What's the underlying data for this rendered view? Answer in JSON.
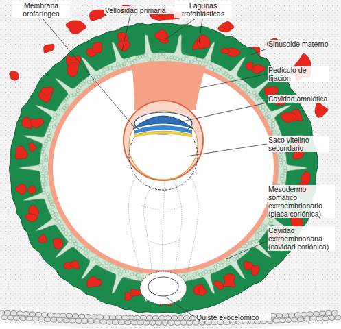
{
  "diagram": {
    "labels": [
      "Membrana orofaríngea",
      "Vellosidad primaria",
      "Lagunas trofoblásticas",
      "Sinusoide materno",
      "Pedículo de fijación",
      "Cavidad amniótica",
      "Saco vitelino secundario",
      "Mesodermo somático extraembrionario (placa coriónica)",
      "Cavidad extraembrionaria (cavidad coriónica)",
      "Quiste exocelómico"
    ]
  }
}
